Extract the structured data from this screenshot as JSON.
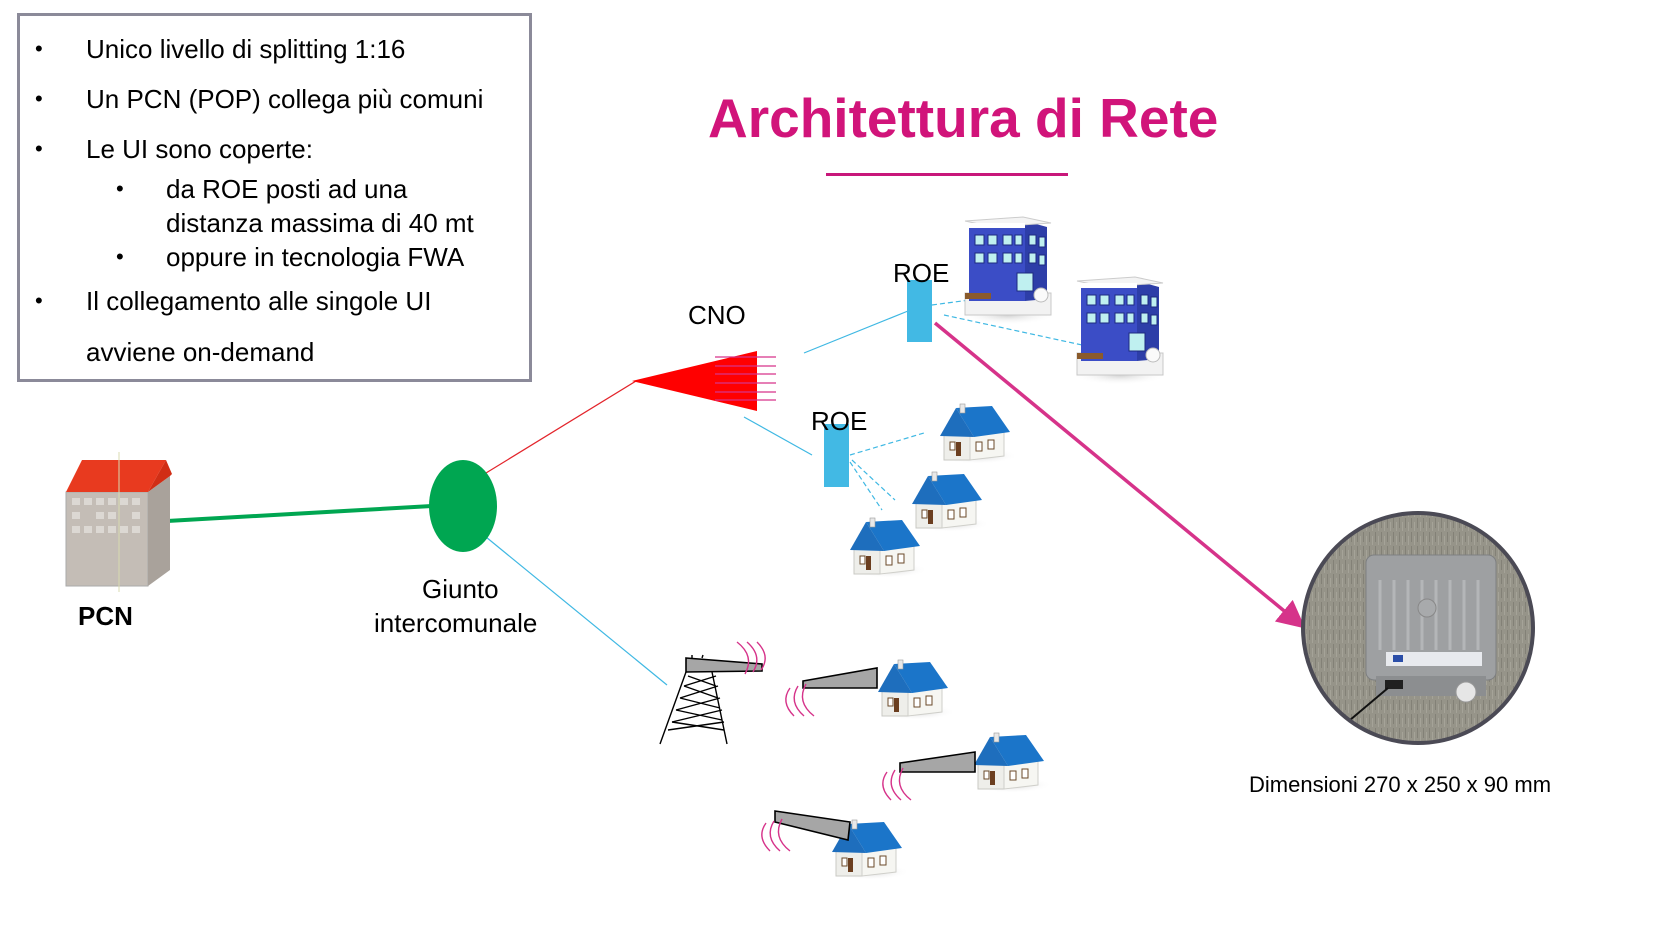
{
  "infobox": {
    "items": [
      {
        "level": 1,
        "bullet": "•",
        "text": "Unico livello di splitting 1:16"
      },
      {
        "level": 1,
        "bullet": "•",
        "text": "Un PCN (POP) collega più comuni"
      },
      {
        "level": 1,
        "bullet": "•",
        "text": "Le UI sono coperte:"
      },
      {
        "level": 2,
        "bullet": "•",
        "text": "da ROE posti ad una"
      },
      {
        "level": 2,
        "bullet": "",
        "text": "distanza massima di 40 mt"
      },
      {
        "level": 2,
        "bullet": "•",
        "text": "oppure in tecnologia FWA"
      },
      {
        "level": 1,
        "bullet": "•",
        "text": "Il collegamento alle singole UI"
      },
      {
        "level": 1,
        "bullet": "",
        "text": "avviene on-demand"
      }
    ]
  },
  "title": "Architettura di Rete",
  "colors": {
    "accent": "#d1147a",
    "box_border": "#8b8a99",
    "feeder_green": "#00a651",
    "splitter_red": "#ff0000",
    "fiber_blue": "#3fb8e3",
    "roe_blue": "#42b9e4",
    "wave_pink": "#d6338a",
    "building_blue": "#3f4fc8",
    "roof_blue": "#1b75c9"
  },
  "nodes": {
    "pcn": {
      "label": "PCN",
      "icon": "central-office-building-icon"
    },
    "joint": {
      "label_line1": "Giunto",
      "label_line2": "intercomunale",
      "icon": "splice-joint-icon"
    },
    "cno": {
      "label": "CNO",
      "icon": "splitter-icon"
    },
    "roe_top": {
      "label": "ROE",
      "icon": "roe-box-icon"
    },
    "roe_bottom": {
      "label": "ROE",
      "icon": "roe-box-icon"
    },
    "fwa_tower": {
      "icon": "radio-tower-icon"
    },
    "device": {
      "icon": "roe-device-photo",
      "caption": "Dimensioni 270 x 250 x 90 mm"
    }
  }
}
